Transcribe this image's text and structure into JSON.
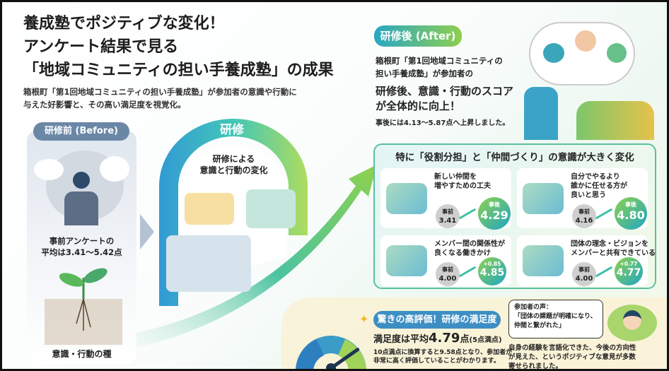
{
  "title": {
    "lines": [
      "養成塾でポジティブな変化！",
      "アンケート結果で見る",
      "「地域コミュニティの担い手養成塾」の成果"
    ]
  },
  "subtitle": {
    "lines": [
      "箱根町「第1回地域コミュニティの担い手養成塾」が参加者の意識や行動に",
      "与えた好影響と、その高い満足度を視覚化。"
    ]
  },
  "before": {
    "label": "研修前 (Before)",
    "survey_lines": [
      "事前アンケートの",
      "平均は3.41〜5.42点"
    ],
    "seed_label": "意識・行動の種"
  },
  "training": {
    "label": "研修",
    "caption_lines": [
      "研修による",
      "意識と行動の変化"
    ]
  },
  "after": {
    "label": "研修後 (After)",
    "intro_lines": [
      "箱根町「第1回地域コミュニティの",
      "担い手養成塾」が参加者の"
    ],
    "headline_lines": [
      "研修後、意識・行動のスコア",
      "が全体的に向上！"
    ],
    "note": "事後には4.13〜5.87点へ上昇しました。"
  },
  "highlights": {
    "heading": "特に「役割分担」と「仲間づくり」の意識が大きく変化",
    "pre_label": "事前",
    "cards": [
      {
        "label_lines": [
          "新しい仲間を",
          "増やすための工夫"
        ],
        "pre": "3.41",
        "post_tag": "事後",
        "post": "4.29"
      },
      {
        "label_lines": [
          "自分でやるより",
          "誰かに任せる方が",
          "良いと思う"
        ],
        "pre": "4.16",
        "post_tag": "事後",
        "post": "4.80"
      },
      {
        "label_lines": [
          "メンバー間の関係性が",
          "良くなる働きかけ"
        ],
        "pre": "4.00",
        "post_tag": "+0.85",
        "post": "4.85"
      },
      {
        "label_lines": [
          "団体の理念・ビジョンを",
          "メンバーと共有できている"
        ],
        "pre": "4.00",
        "post_tag": "+0.77",
        "post": "4.77"
      }
    ]
  },
  "satisfaction": {
    "label": "驚きの高評価！研修の満足度",
    "headline_prefix": "満足度は平均",
    "score": "4.79",
    "unit": "点",
    "scale": "(5点満点)",
    "gauge_fraction": 0.958,
    "detail_lines": [
      "10点満点に換算すると9.58点となり、参加者が",
      "非常に高く評価していることがわかります。"
    ]
  },
  "voice": {
    "heading": "参加者の声：",
    "quote_lines": [
      "「団体の課題が明確になり、",
      "仲間と繋がれた」"
    ],
    "summary_lines": [
      "自身の経験を言語化できた、今後の方向性",
      "が見えた、というポジティブな意見が多数",
      "寄せられました。"
    ]
  }
}
